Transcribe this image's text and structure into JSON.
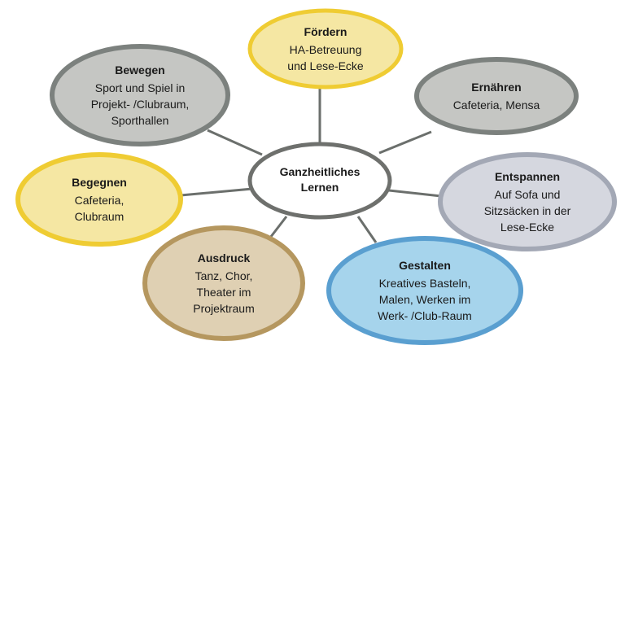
{
  "center": {
    "title_lines": [
      "Ganzheitliches",
      "Lernen"
    ]
  },
  "nodes": [
    {
      "id": "foerdern",
      "title": "Fördern",
      "lines": [
        "HA-Betreuung",
        "und Lese-Ecke"
      ],
      "fill": "#f5e7a3",
      "stroke": "#efcc33"
    },
    {
      "id": "bewegen",
      "title": "Bewegen",
      "lines": [
        "Sport und Spiel in",
        "Projekt- /Clubraum,",
        "Sporthallen"
      ],
      "fill": "#c5c6c3",
      "stroke": "#7c817e"
    },
    {
      "id": "ernaehren",
      "title": "Ernähren",
      "lines": [
        "Cafeteria, Mensa"
      ],
      "fill": "#c5c6c3",
      "stroke": "#7c817e"
    },
    {
      "id": "begegnen",
      "title": "Begegnen",
      "lines": [
        "Cafeteria,",
        "Clubraum"
      ],
      "fill": "#f5e7a3",
      "stroke": "#efcc33"
    },
    {
      "id": "entspannen",
      "title": "Entspannen",
      "lines": [
        "Auf Sofa und",
        "Sitzsäcken in der",
        "Lese-Ecke"
      ],
      "fill": "#d5d7df",
      "stroke": "#a3a8b5"
    },
    {
      "id": "ausdruck",
      "title": "Ausdruck",
      "lines": [
        "Tanz, Chor,",
        "Theater im",
        "Projektraum"
      ],
      "fill": "#dfd0b3",
      "stroke": "#b5975f"
    },
    {
      "id": "gestalten",
      "title": "Gestalten",
      "lines": [
        "Kreatives Basteln,",
        "Malen, Werken im",
        "Werk- /Club-Raum"
      ],
      "fill": "#a6d4ec",
      "stroke": "#5a9fd0"
    }
  ],
  "colors": {
    "connector": "#6b6f6c",
    "center_fill": "#ffffff",
    "center_stroke": "#6e706d",
    "text": "#1a1a1a"
  }
}
